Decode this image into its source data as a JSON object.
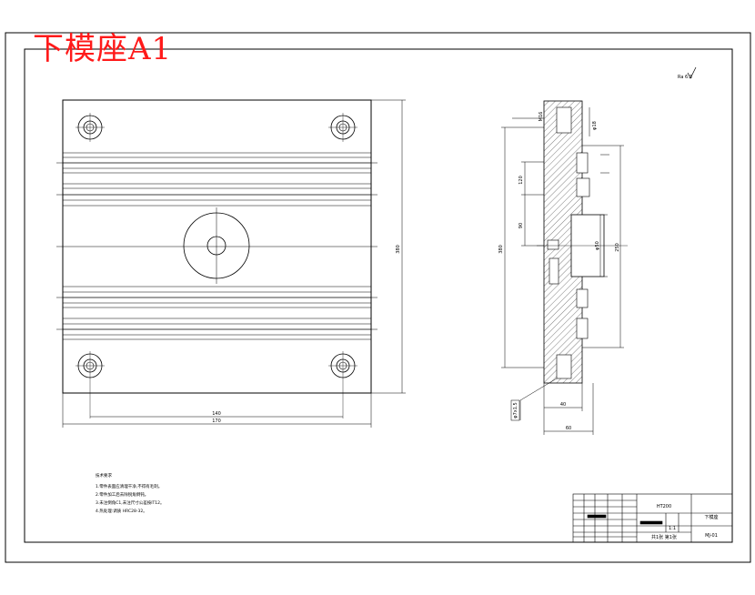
{
  "drawing": {
    "title": "下模座A1",
    "roughness_symbol": "Ra 6.3",
    "plan_view": {
      "dim_height": "380",
      "dim_bolt_spacing": "140",
      "dim_overall_width": "170"
    },
    "section_view": {
      "dim_top_a": "M16",
      "dim_top_b": "φ18",
      "dim_left_a": "380",
      "dim_left_b": "120",
      "dim_left_c": "90",
      "dim_right_a": "250",
      "dim_bore": "φ50",
      "dim_thickness": "40",
      "dim_total": "60",
      "leader_label": "φ7x1.5"
    },
    "notes": {
      "heading": "技术要求",
      "items": [
        "1.零件表面应清理干净,不得有毛刺。",
        "2.零件加工后去除锐角倒钝。",
        "3.未注倒角C1,未注尺寸公差按IT12。",
        "4.热处理:调质 HRC28-32。"
      ]
    },
    "title_block": {
      "part_name": "下模座",
      "material": "HT200",
      "drawing_no": "MJ-01",
      "scale": "1:1",
      "sheet": "共1张 第1张"
    }
  }
}
